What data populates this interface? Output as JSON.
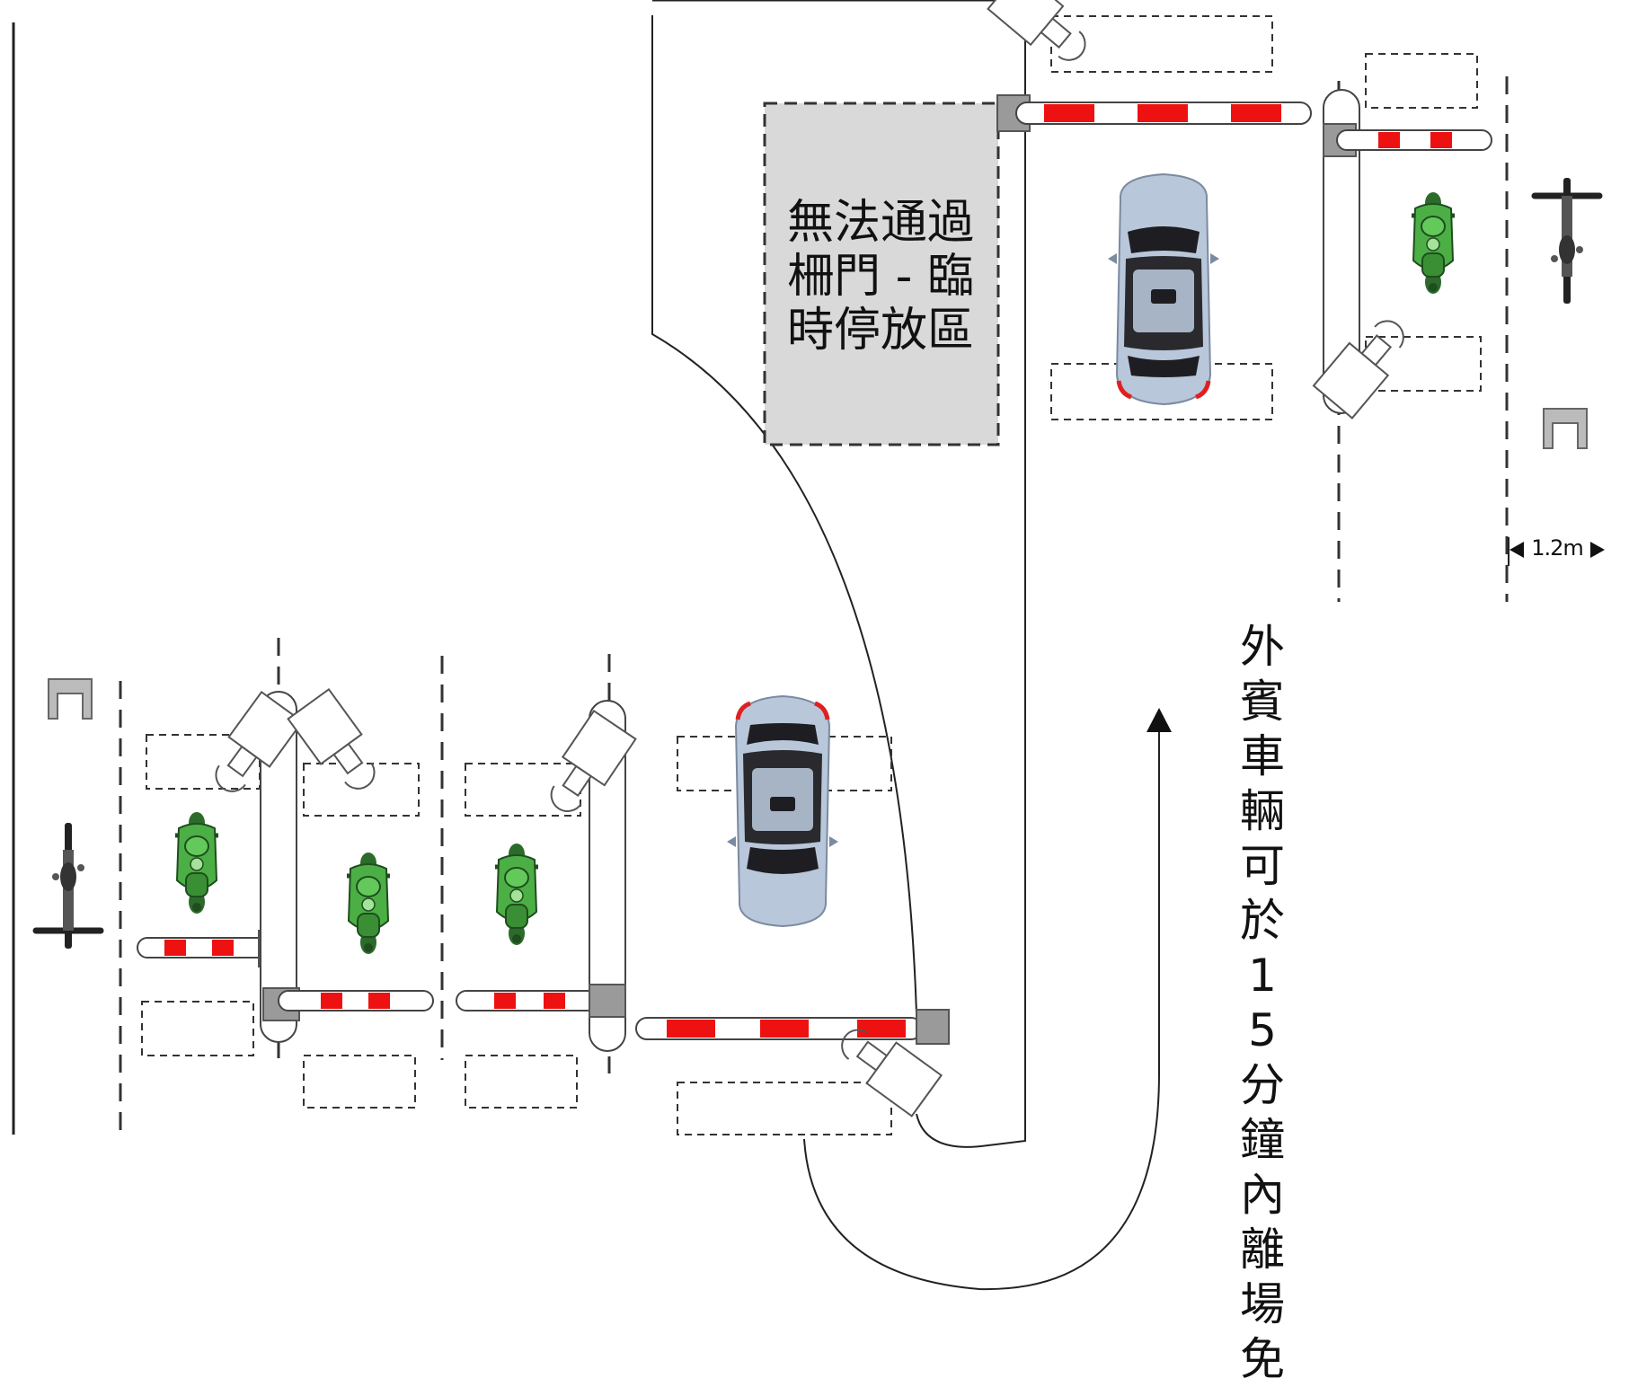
{
  "title": "",
  "labels": {
    "no_pass_zone": [
      "無法通過",
      "柵門 - 臨",
      "時停放區"
    ],
    "guest_note": [
      "外",
      "賓",
      "車",
      "輛",
      "可",
      "於",
      "1",
      "5",
      "分",
      "鐘",
      "內",
      "離",
      "場",
      "免"
    ],
    "width_dimension": "1.2m"
  },
  "colors": {
    "barrier_red": "#ee1111",
    "motorcycle_green": "#3fa33a",
    "car_body": "#b9c7db",
    "zone_fill": "#d9d9d9",
    "post_gray": "#9a9a9a"
  },
  "icons": {
    "car": "car-top-view-icon",
    "motorcycle": "motorcycle-top-view-icon",
    "bicycle": "bicycle-top-view-icon",
    "camera": "cctv-camera-icon",
    "barrier": "boom-barrier-icon",
    "rack": "bike-rack-icon",
    "arrow": "up-arrow-icon"
  }
}
